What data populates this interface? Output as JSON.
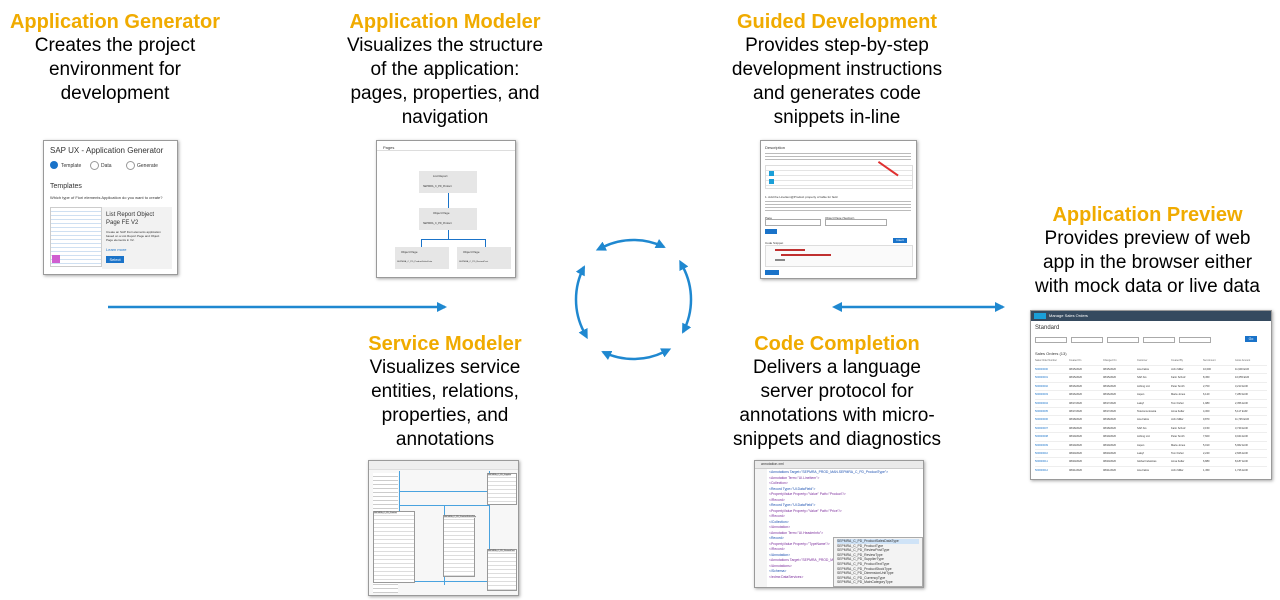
{
  "colors": {
    "accent": "#f0ab00",
    "arrow": "#1f88d0"
  },
  "features": {
    "generator": {
      "title": "Application Generator",
      "lines": [
        "Creates the project",
        "environment for",
        "development"
      ]
    },
    "modeler": {
      "title": "Application Modeler",
      "lines": [
        "Visualizes the structure",
        "of the application:",
        "pages, properties, and",
        "navigation"
      ]
    },
    "guided": {
      "title": "Guided Development",
      "lines": [
        "Provides step-by-step",
        "development instructions",
        "and generates code",
        "snippets in-line"
      ]
    },
    "preview": {
      "title": "Application Preview",
      "lines": [
        "Provides preview of web",
        "app in the browser either",
        "with mock data or live data"
      ]
    },
    "service": {
      "title": "Service Modeler",
      "lines": [
        "Visualizes service",
        "entities, relations,",
        "properties, and",
        "annotations"
      ]
    },
    "completion": {
      "title": "Code Completion",
      "lines": [
        "Delivers a language",
        "server protocol for",
        "annotations with micro-",
        "snippets and diagnostics"
      ]
    }
  },
  "screens": {
    "generator": {
      "title": "SAP UX - Application Generator",
      "steps": [
        "Template",
        "Data",
        "Generate"
      ],
      "section": "Templates",
      "question": "Which type of Fiori elements Application do you want to create?",
      "card_title": [
        "List Report Object",
        "Page FE V2"
      ],
      "card_text": [
        "Create an SAP Fiori elements application",
        "based on a List Report Page and Object",
        "Page elements in V2."
      ],
      "link": "Learn more",
      "button": "Select"
    },
    "modeler": {
      "tab": "Pages",
      "nodes": [
        "List Report",
        "Object Page",
        "Object Page",
        "Object Page"
      ],
      "subs": [
        "SEPMRA_C_PD_Product",
        "SEPMRA_C_PD_Product",
        "SEPMRA_C_PD_ProductSalesData",
        "SEPMRA_C_PD_ReviewPost"
      ]
    },
    "guided": {
      "heading": "Description",
      "step": "1. Add the LineItem@Product property of table for field",
      "labels": [
        "Page",
        "Object Page (Section)"
      ],
      "code_label": "Code Snippet",
      "insert": "Insert"
    },
    "preview": {
      "app": "Manage Sales Orders",
      "variant": "Standard",
      "go": "Go",
      "table_title": "Sales Orders (13)",
      "columns": [
        "Sales Order Number",
        "Created On",
        "Changed On",
        "Customer",
        "Created By",
        "Net Amount",
        "Gross Amount"
      ],
      "rows": [
        [
          "500000000",
          "08/15/2020",
          "08/15/2020",
          "Ana Fabre",
          "John Miller",
          "10,000",
          "11,900 EUR"
        ],
        [
          "500000001",
          "08/15/2020",
          "08/15/2020",
          "SAP AG",
          "Karin Schulz",
          "8,450",
          "10,055 EUR"
        ],
        [
          "500000002",
          "08/16/2020",
          "08/16/2020",
          "Anbing Ltd.",
          "Peter Smith",
          "2,700",
          "3,213 EUR"
        ],
        [
          "500000003",
          "08/16/2020",
          "08/16/2020",
          "Aspen",
          "Maria Jones",
          "6,120",
          "7,283 EUR"
        ],
        [
          "500000004",
          "08/17/2020",
          "08/17/2020",
          "Laleyf",
          "Tom Fisher",
          "1,980",
          "2,356 EUR"
        ],
        [
          "500000005",
          "08/17/2020",
          "08/17/2020",
          "Telecomunicacia",
          "Anna Keller",
          "4,300",
          "5,117 EUR"
        ],
        [
          "500000006",
          "08/18/2020",
          "08/18/2020",
          "Ana Fabre",
          "John Miller",
          "9,870",
          "11,745 EUR"
        ],
        [
          "500000007",
          "08/18/2020",
          "08/18/2020",
          "SAP AG",
          "Karin Schulz",
          "3,150",
          "3,749 EUR"
        ],
        [
          "500000008",
          "08/19/2020",
          "08/19/2020",
          "Anbing Ltd.",
          "Peter Smith",
          "7,600",
          "9,044 EUR"
        ],
        [
          "500000009",
          "08/19/2020",
          "08/19/2020",
          "Aspen",
          "Maria Jones",
          "5,010",
          "5,962 EUR"
        ],
        [
          "500000010",
          "08/20/2020",
          "08/20/2020",
          "Laleyf",
          "Tom Fisher",
          "2,240",
          "2,666 EUR"
        ],
        [
          "500000011",
          "08/20/2020",
          "08/20/2020",
          "Global Industries",
          "Anna Keller",
          "6,880",
          "8,187 EUR"
        ],
        [
          "500000012",
          "08/21/2020",
          "08/21/2020",
          "Ana Fabre",
          "John Miller",
          "1,450",
          "1,726 EUR"
        ]
      ]
    },
    "service": {
      "entities": [
        "SEPMRA_C_PD_Product",
        "SEPMRA_C_PD_Supplier",
        "SEPMRA_C_PD_ProductSalesData",
        "SEPMRA_C_PD_ReviewPost"
      ]
    },
    "completion": {
      "tab": "annotation.xml",
      "code": [
        "<Annotations Target=\"SEPMRA_PROD_MAN.SEPMRA_C_PD_ProductType\">",
        "  <Annotation Term=\"UI.LineItem\">",
        "    <Collection>",
        "      <Record Type=\"UI.DataField\">",
        "        <PropertyValue Property=\"Value\" Path=\"Product\"/>",
        "      </Record>",
        "      <Record Type=\"UI.DataField\">",
        "        <PropertyValue Property=\"Value\" Path=\"Price\"/>",
        "      </Record>",
        "    </Collection>",
        "  </Annotation>",
        "  <Annotation Term=\"UI.HeaderInfo\">",
        "    <Record>",
        "      <PropertyValue Property=\"TypeName\"/>",
        "    </Record>",
        "  </Annotation>",
        "  <Annotations Target=\"SEPMRA_PROD_MAN.",
        "  </Annotations>",
        "</Schema>",
        "</edmx:DataServices>"
      ],
      "suggestions": [
        "SEPMRA_C_PD_ProductSalesDataType",
        "SEPMRA_C_PD_ProductType",
        "SEPMRA_C_PD_ReviewPostType",
        "SEPMRA_C_PD_ReviewType",
        "SEPMRA_C_PD_SupplierType",
        "SEPMRA_C_PD_ProductTextType",
        "SEPMRA_C_PD_ProductStockType",
        "SEPMRA_C_PD_DimensionUnitType",
        "SEPMRA_C_PD_CurrencyType",
        "SEPMRA_C_PD_MainCategoryType"
      ]
    }
  }
}
